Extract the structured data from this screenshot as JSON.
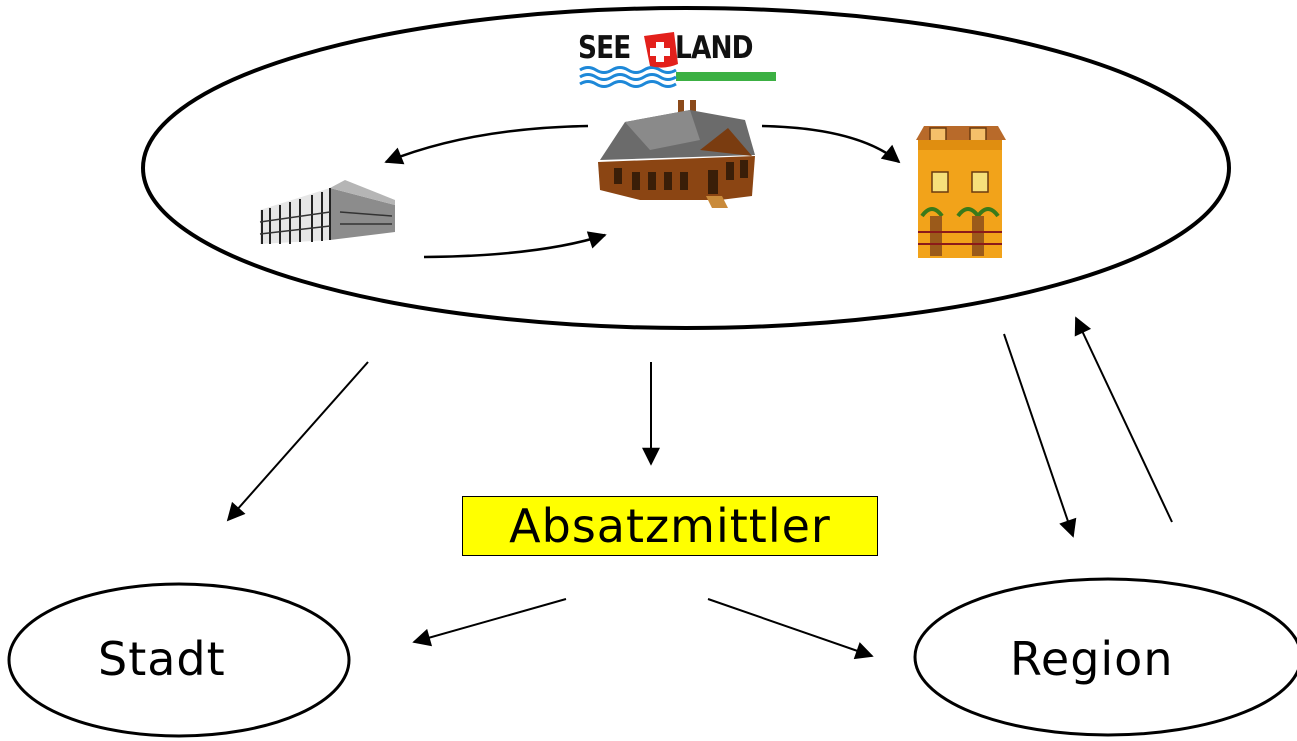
{
  "logo": {
    "left_text": "SEE",
    "right_text": "LAND",
    "flag_icon": "swiss-cross-icon"
  },
  "nodes": {
    "stadt": "Stadt",
    "region": "Region",
    "absatzmittler": "Absatzmittler"
  },
  "icons": [
    "factory-building-icon",
    "farmhouse-icon",
    "townhouse-icon"
  ],
  "colors": {
    "box_fill": "#ffff00",
    "logo_blue": "#1e88d8",
    "logo_green": "#3cb043",
    "flag_red": "#e3201b"
  }
}
